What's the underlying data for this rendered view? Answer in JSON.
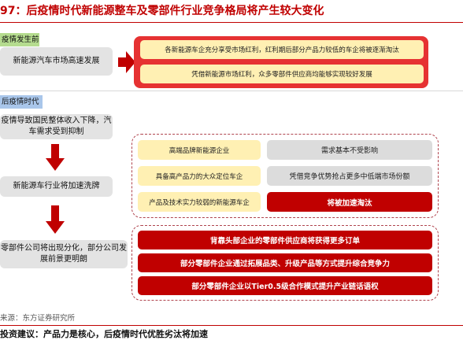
{
  "title": "97：后疫情时代新能源整车及零部件行业竞争格局将产生较大变化",
  "sections": {
    "before": {
      "tag": "疫情发生前",
      "left_box": "新能源汽车市场高速发展",
      "items": [
        "各新能源车企充分享受市场红利，红利期后部分产品力较低的车企将被逐渐淘汰",
        "凭借新能源市场红利，众多零部件供应商均能够实现较好发展"
      ]
    },
    "after": {
      "tag": "后疫情时代",
      "left_boxes": [
        "疫情导致国民整体收入下降，汽车需求受到抑制",
        "新能源车行业将加速洗牌",
        "零部件公司将出现分化，部分公司发展前景更明朗"
      ],
      "vehicle_rows": [
        {
          "label": "高端品牌新能源企业",
          "outcome": "需求基本不受影响"
        },
        {
          "label": "具备高产品力的大众定位车企",
          "outcome": "凭借竞争优势抢占更多中低端市场份额"
        },
        {
          "label": "产品及技术实力较弱的新能源车企",
          "outcome": "将被加速淘汰"
        }
      ],
      "parts_rows": [
        "背靠头部企业的零部件供应商将获得更多订单",
        "部分零部件企业通过拓展品类、升级产品等方式提升综合竞争力",
        "部分零部件企业以Tier0.5级合作模式提升产业链话语权"
      ]
    }
  },
  "source": "来源：东方证券研究所",
  "bottom_text": "投资建议：产品力是核心，后疫情时代优胜劣汰将加速",
  "colors": {
    "accent_red": "#c00000",
    "tag_green": "#b5dc8f",
    "tag_blue": "#a9c6ea",
    "yellow_box": "#fff0b3",
    "gray_box": "#e3e3e3"
  }
}
